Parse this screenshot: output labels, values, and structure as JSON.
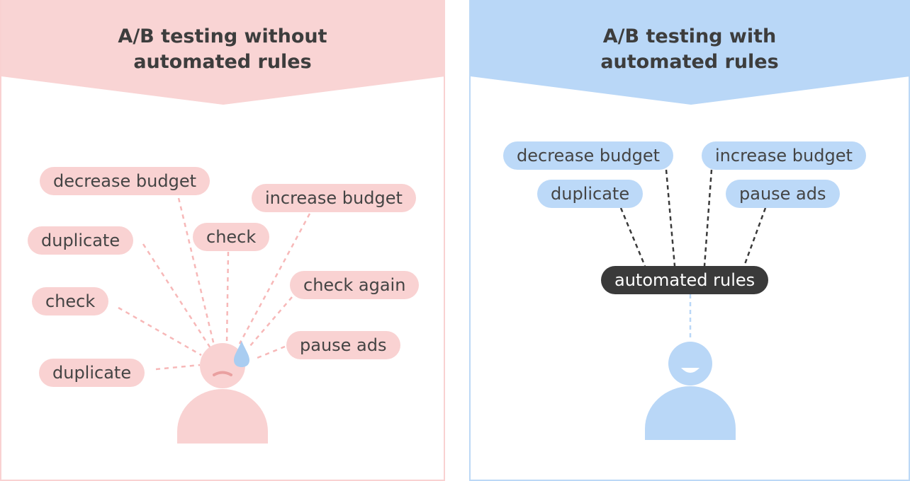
{
  "left_panel": {
    "title": "A/B testing without\nautomated rules",
    "tasks": [
      "decrease budget",
      "increase budget",
      "duplicate",
      "check",
      "check again",
      "check",
      "pause ads",
      "duplicate"
    ],
    "colors": {
      "header": "#f9d4d4",
      "pill": "#f9d2d2",
      "person": "#f9d2d2",
      "tear": "#a9cdf1",
      "line": "#f7b8b8"
    }
  },
  "right_panel": {
    "title": "A/B testing with\nautomated rules",
    "tasks": [
      "decrease budget",
      "increase budget",
      "duplicate",
      "pause ads"
    ],
    "hub_label": "automated rules",
    "colors": {
      "header": "#b9d7f7",
      "pill": "#bcd9f8",
      "person": "#b9d7f7",
      "hub": "#3a3a3a",
      "line": "#3a3a3a"
    }
  }
}
